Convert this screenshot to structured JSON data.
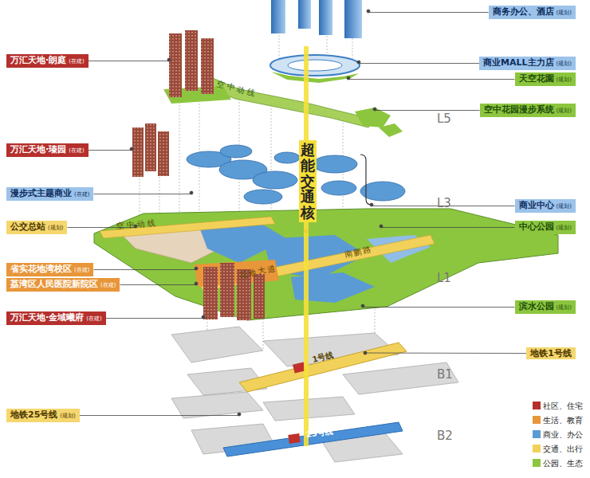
{
  "diagram": {
    "nodes": [
      {
        "text": [
          "商务办公、酒店",
          "(规划)"
        ]
      },
      {
        "text": [
          "万汇天地·朗庭",
          "(在建)"
        ]
      },
      {
        "text": [
          "商业MALL主力店",
          "(规划)"
        ]
      },
      {
        "text": [
          "天空花園",
          "(规划)"
        ]
      },
      {
        "text": [
          "空中花园漫步系统",
          "(规划)"
        ]
      },
      {
        "text": [
          "万汇天地·瑧园",
          "(在建)"
        ]
      },
      {
        "text": [
          "漫步式主题商业",
          "(在建)"
        ]
      },
      {
        "text": [
          "商业中心",
          "(规划)"
        ]
      },
      {
        "text": [
          "公交总站",
          "(规划)"
        ]
      },
      {
        "text": [
          "中心公园",
          "(规划)"
        ]
      },
      {
        "text": [
          "省实花地湾校区",
          "(在建)"
        ]
      },
      {
        "text": [
          "荔湾区人民医院新院区",
          "(在建)"
        ]
      },
      {
        "text": [
          "滨水公园",
          "(规划)"
        ]
      },
      {
        "text": [
          "万汇天地·金域曦府",
          "(在建)"
        ]
      },
      {
        "text": [
          "地铁1号线"
        ]
      },
      {
        "text": [
          "地铁25号线",
          "(规划)"
        ]
      }
    ],
    "labels": [
      "L5",
      "L3",
      "L1",
      "B1",
      "B2",
      "超能交通核",
      "空中动线",
      "空中动线",
      "花地大道",
      "南鹏路",
      "1号线",
      "25号线"
    ],
    "legend": [
      {
        "text": "社区、住宅",
        "color": "#b5302c"
      },
      {
        "text": "生活、教育",
        "color": "#e8963a"
      },
      {
        "text": "商业、办公",
        "color": "#5b9bd5"
      },
      {
        "text": "交通、出行",
        "color": "#f2d15a"
      },
      {
        "text": "公园、生态",
        "color": "#8cc63f"
      }
    ]
  }
}
